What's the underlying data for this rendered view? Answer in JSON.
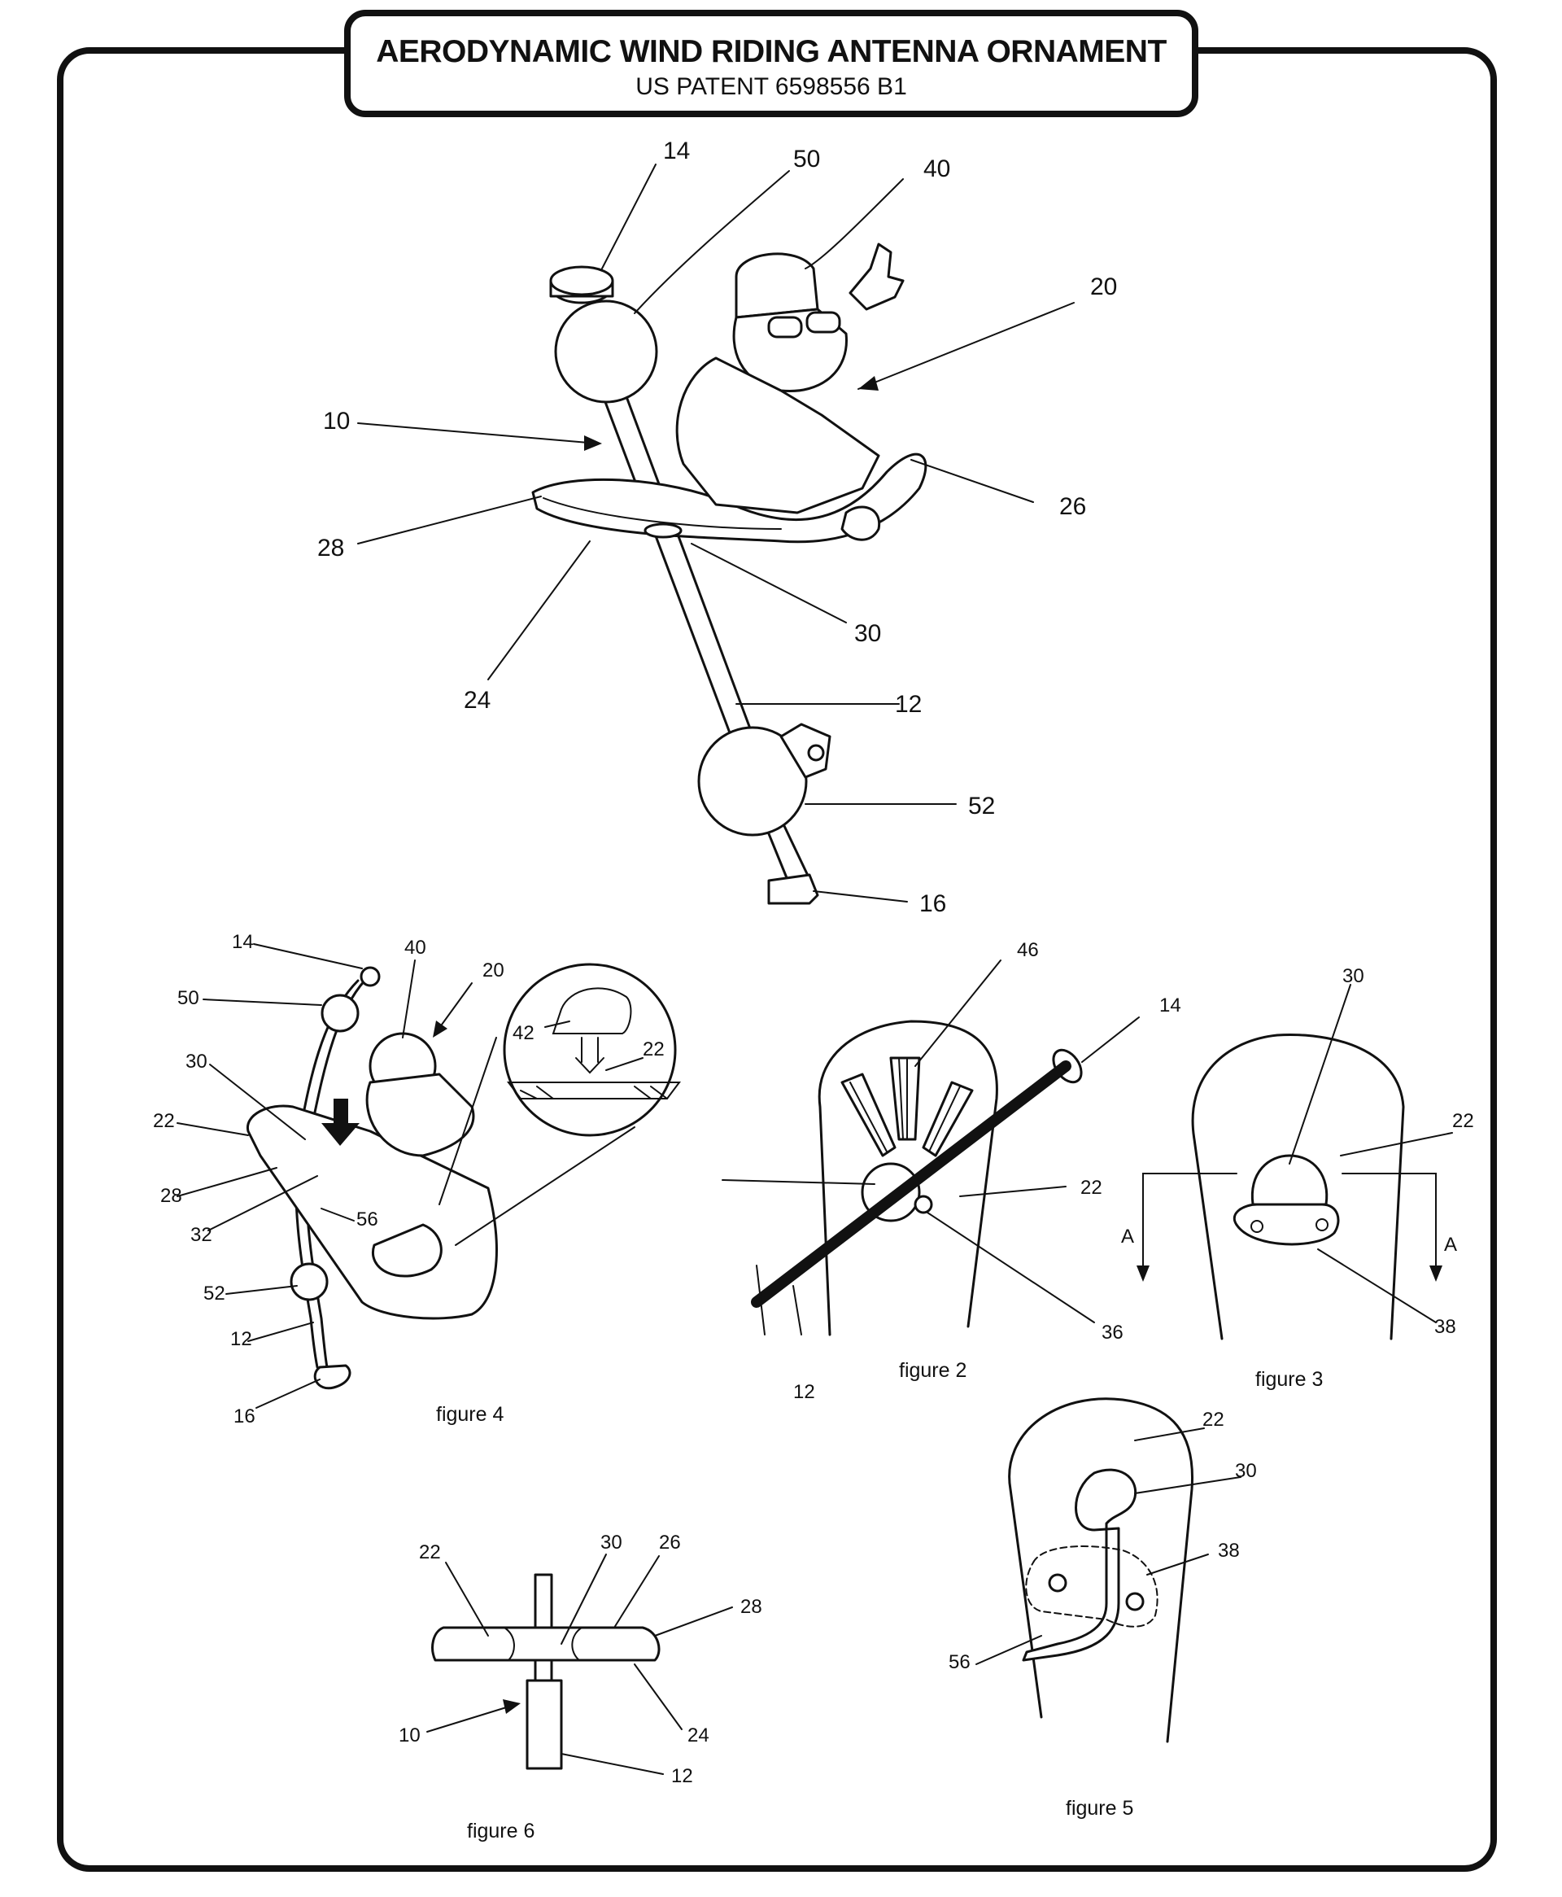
{
  "title": "AERODYNAMIC WIND RIDING ANTENNA ORNAMENT",
  "subtitle": "US PATENT  6598556 B1",
  "figures": {
    "figure1": {
      "labels": [
        "14",
        "50",
        "40",
        "20",
        "10",
        "26",
        "28",
        "30",
        "24",
        "12",
        "52",
        "16"
      ]
    },
    "figure2": {
      "caption": "figure 2",
      "labels": [
        "46",
        "14",
        "22",
        "36",
        "12"
      ]
    },
    "figure3": {
      "caption": "figure 3",
      "labels": [
        "30",
        "22",
        "A",
        "A",
        "38"
      ]
    },
    "figure4": {
      "caption": "figure 4",
      "labels": [
        "14",
        "40",
        "20",
        "50",
        "42",
        "22",
        "30",
        "22",
        "28",
        "56",
        "32",
        "52",
        "12",
        "16"
      ]
    },
    "figure5": {
      "caption": "figure 5",
      "labels": [
        "22",
        "30",
        "38",
        "56"
      ]
    },
    "figure6": {
      "caption": "figure 6",
      "labels": [
        "22",
        "30",
        "26",
        "28",
        "10",
        "24",
        "12"
      ]
    }
  }
}
